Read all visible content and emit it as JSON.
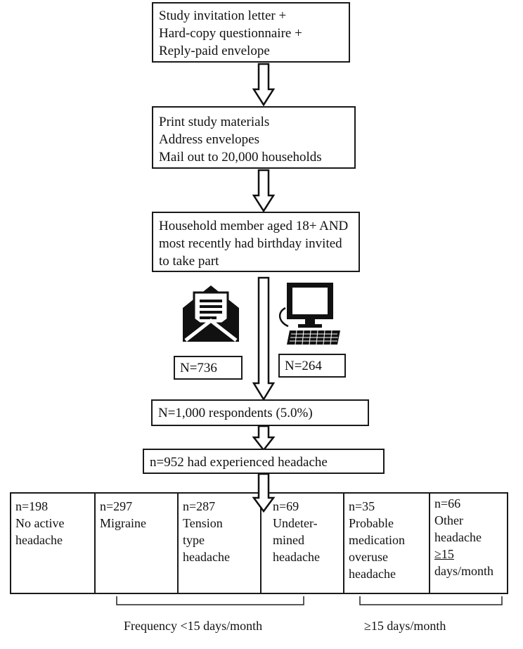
{
  "boxes": {
    "invitation": [
      "Study invitation letter +",
      "Hard-copy questionnaire +",
      "Reply-paid envelope"
    ],
    "mailout": [
      "Print study materials",
      "Address envelopes",
      "Mail out to 20,000 households"
    ],
    "household": [
      "Household member aged 18+ AND",
      "most recently had birthday invited",
      "to take part"
    ],
    "paper_n": "N=736",
    "online_n": "N=264",
    "respondents": "N=1,000 respondents (5.0%)",
    "headache": "n=952 had experienced headache"
  },
  "icons": {
    "mail": "envelope-icon",
    "computer": "computer-icon"
  },
  "categories": [
    {
      "lines": [
        "n=198",
        "No active",
        "headache"
      ]
    },
    {
      "lines": [
        "n=297",
        "Migraine"
      ]
    },
    {
      "lines": [
        "n=287",
        "Tension",
        "type",
        "headache"
      ]
    },
    {
      "lines": [
        "n=69",
        "Undeter-",
        "mined",
        "headache"
      ]
    },
    {
      "lines": [
        "n=35",
        "Probable",
        "medication",
        "overuse",
        "headache"
      ]
    },
    {
      "lines": [
        "n=66",
        "Other",
        "headache",
        "≥15",
        "days/month"
      ]
    }
  ],
  "groups": {
    "low_frequency": "Frequency <15 days/month",
    "high_frequency": "≥15 days/month"
  }
}
